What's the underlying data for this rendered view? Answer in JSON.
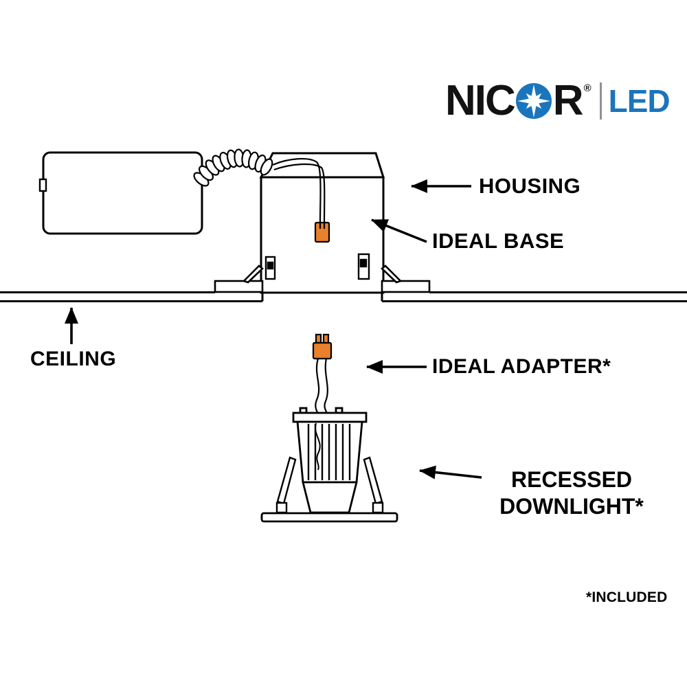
{
  "brand": {
    "nic": "NIC",
    "r": "R",
    "registered": "®",
    "led": "LED"
  },
  "callouts": {
    "housing": "HOUSING",
    "ideal_base": "IDEAL BASE",
    "ceiling": "CEILING",
    "ideal_adapter": "IDEAL ADAPTER*",
    "recessed_downlight_line1": "RECESSED",
    "recessed_downlight_line2": "DOWNLIGHT*",
    "included_note": "*INCLUDED"
  },
  "colors": {
    "line": "#000000",
    "connector_orange": "#e8802c",
    "logo_blue": "#1b75bc",
    "logo_divider_gray": "#8c9196"
  },
  "icons": {
    "starburst": "8-point white starburst in blue circle (the O of NICOR)"
  }
}
